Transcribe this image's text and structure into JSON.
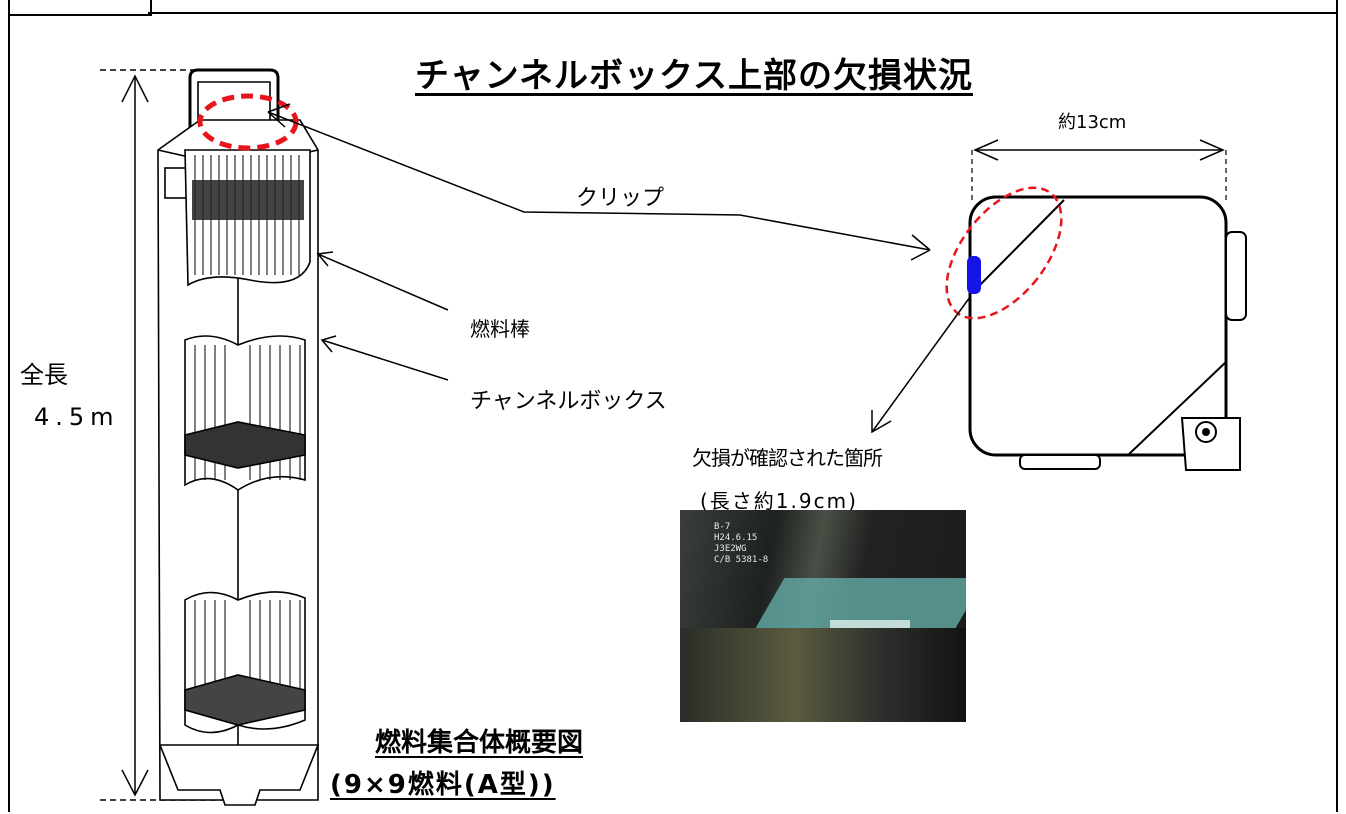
{
  "title": "チャンネルボックス上部の欠損状況",
  "labels": {
    "clip": "クリップ",
    "fuel_rod": "燃料棒",
    "channel_box": "チャンネルボックス",
    "total_length": "全長",
    "total_length_value": "4.5m",
    "width": "約13cm",
    "defect_location": "欠損が確認された箇所",
    "defect_length": "(長さ約1.9cm)"
  },
  "caption": {
    "line1": "燃料集合体概要図",
    "line2": "(9×9燃料(A型))"
  },
  "photo": {
    "overlay_text": "B-7\nH24.6.15\nJ3E2WG\nC/B 5381-8"
  },
  "colors": {
    "highlight_ellipse": "#e8141b",
    "defect_mark": "#1414e6"
  }
}
